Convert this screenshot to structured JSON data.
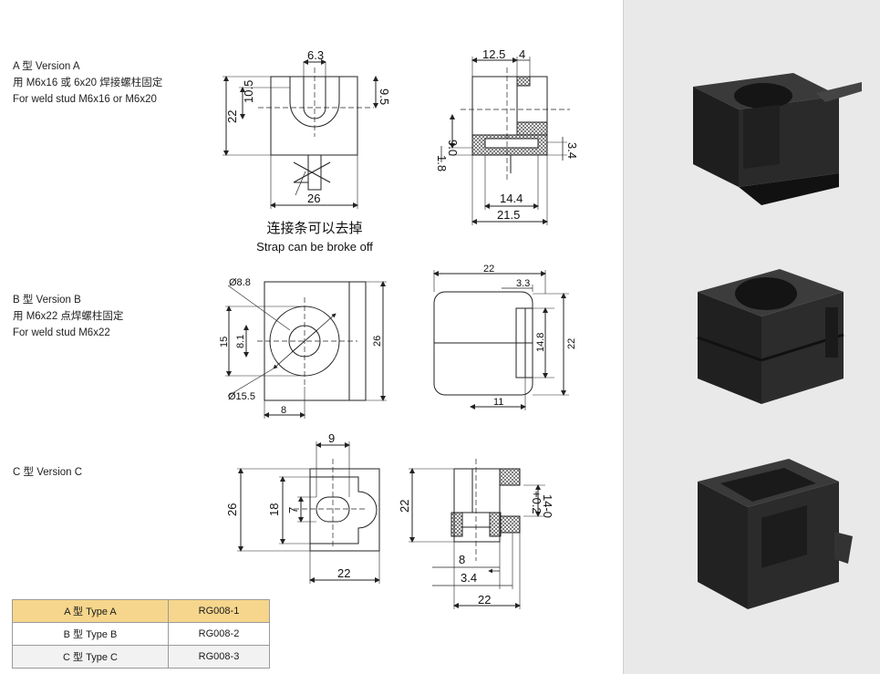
{
  "version_a": {
    "title": "A 型 Version A",
    "line_cn": "用 M6x16 或 6x20 焊接螺柱固定",
    "line_en": "For weld stud M6x16 or M6x20"
  },
  "version_b": {
    "title": "B 型 Version B",
    "line_cn": "用 M6x22 点焊螺柱固定",
    "line_en": "For weld stud M6x22"
  },
  "version_c": {
    "title": "C 型 Version C"
  },
  "dims_a_front": {
    "d1": "6.3",
    "d2": "10.5",
    "d3": "22",
    "d4": "9.5",
    "d5": "26"
  },
  "dims_a_side": {
    "d1": "12.5",
    "d2": "4",
    "d3": "9.0",
    "d4": "1.8",
    "d5": "3.4",
    "d6": "14.4",
    "d7": "21.5"
  },
  "strap_note": {
    "cn": "连接条可以去掉",
    "en": "Strap can be broke off"
  },
  "dims_b_front": {
    "d1": "Ø8.8",
    "d2": "15",
    "d3": "8.1",
    "d4": "26",
    "d5": "Ø15.5",
    "d6": "8"
  },
  "dims_b_side": {
    "d1": "22",
    "d2": "3.3",
    "d3": "14.8",
    "d4": "22",
    "d5": "11"
  },
  "dims_c_front": {
    "d1": "9",
    "d2": "26",
    "d3": "18",
    "d4": "7",
    "d5": "22"
  },
  "dims_c_side": {
    "d1": "22",
    "d2": "+0.2",
    "d3": "14-0",
    "d4": "8",
    "d5": "3.4",
    "d6": "22"
  },
  "table": {
    "rows": [
      {
        "type": "A 型 Type A",
        "code": "RG008-1"
      },
      {
        "type": "B 型 Type B",
        "code": "RG008-2"
      },
      {
        "type": "C 型 Type C",
        "code": "RG008-3"
      }
    ]
  },
  "photos": [
    "product-photo-version-a",
    "product-photo-version-b",
    "product-photo-version-c"
  ]
}
